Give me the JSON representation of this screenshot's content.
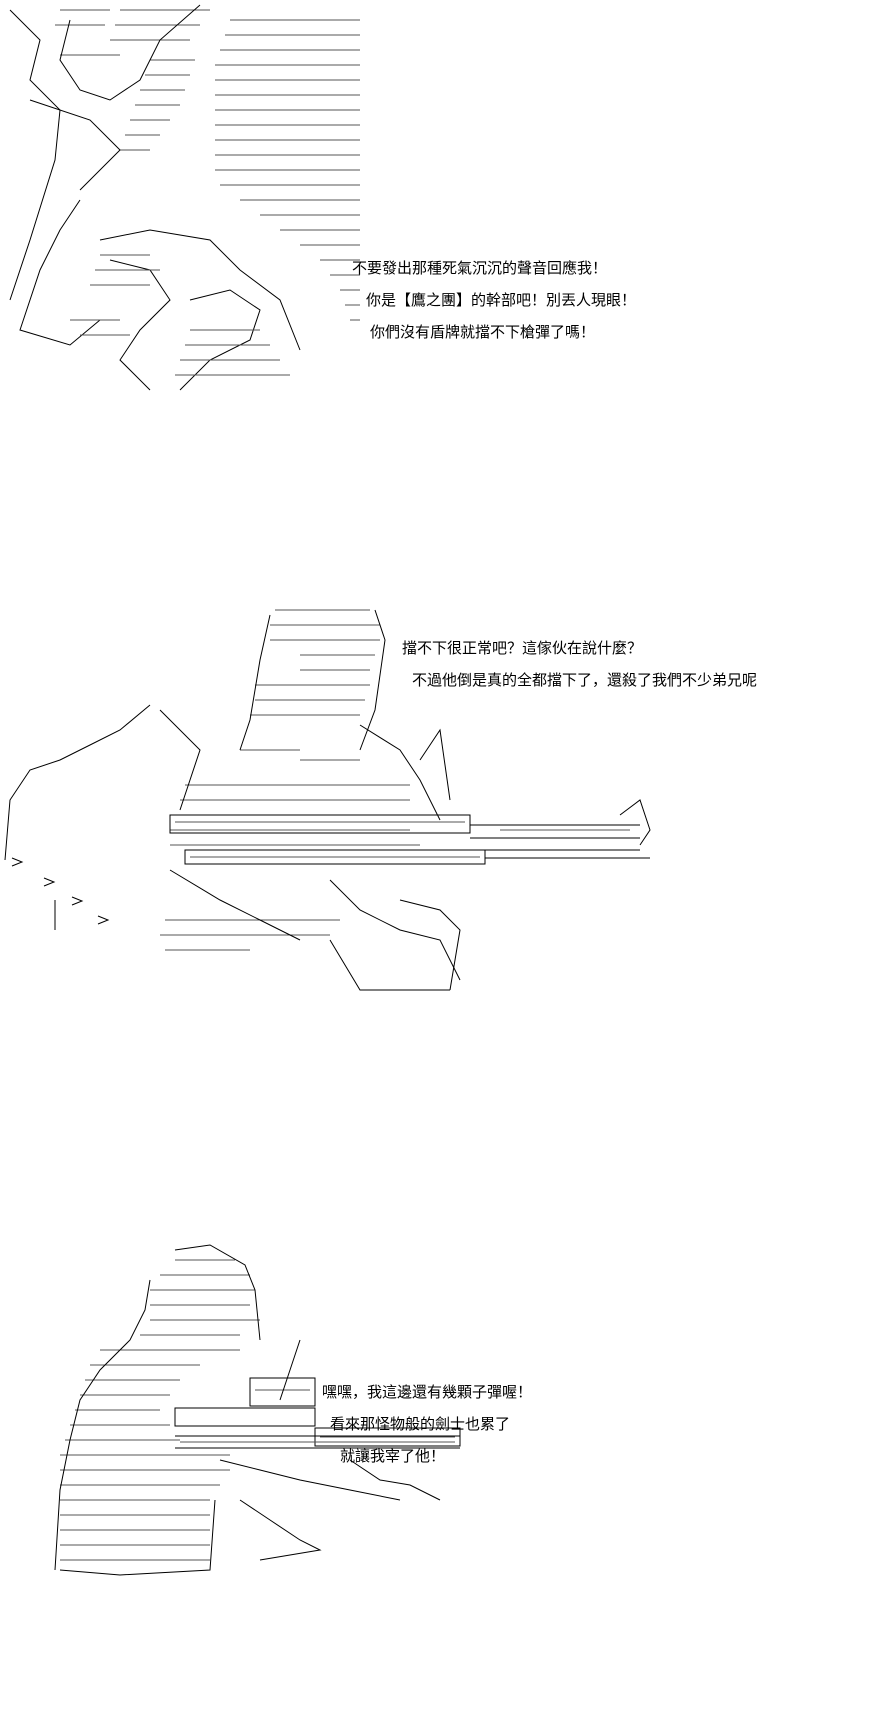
{
  "panels": [
    {
      "id": "panel-1",
      "lines": [
        "不要發出那種死氣沉沉的聲音回應我！",
        "你是【鷹之團】的幹部吧！別丟人現眼！",
        "你們沒有盾牌就擋不下槍彈了嗎！"
      ]
    },
    {
      "id": "panel-2",
      "lines": [
        "擋不下很正常吧？這傢伙在說什麼？",
        "不過他倒是真的全都擋下了，還殺了我們不少弟兄呢"
      ]
    },
    {
      "id": "panel-3",
      "lines": [
        "嘿嘿，我這邊還有幾顆子彈喔！",
        "看來那怪物般的劍士也累了",
        "就讓我宰了他！"
      ]
    }
  ],
  "colors": {
    "ink": "#000000",
    "hatch": "#555555",
    "background": "#ffffff"
  }
}
